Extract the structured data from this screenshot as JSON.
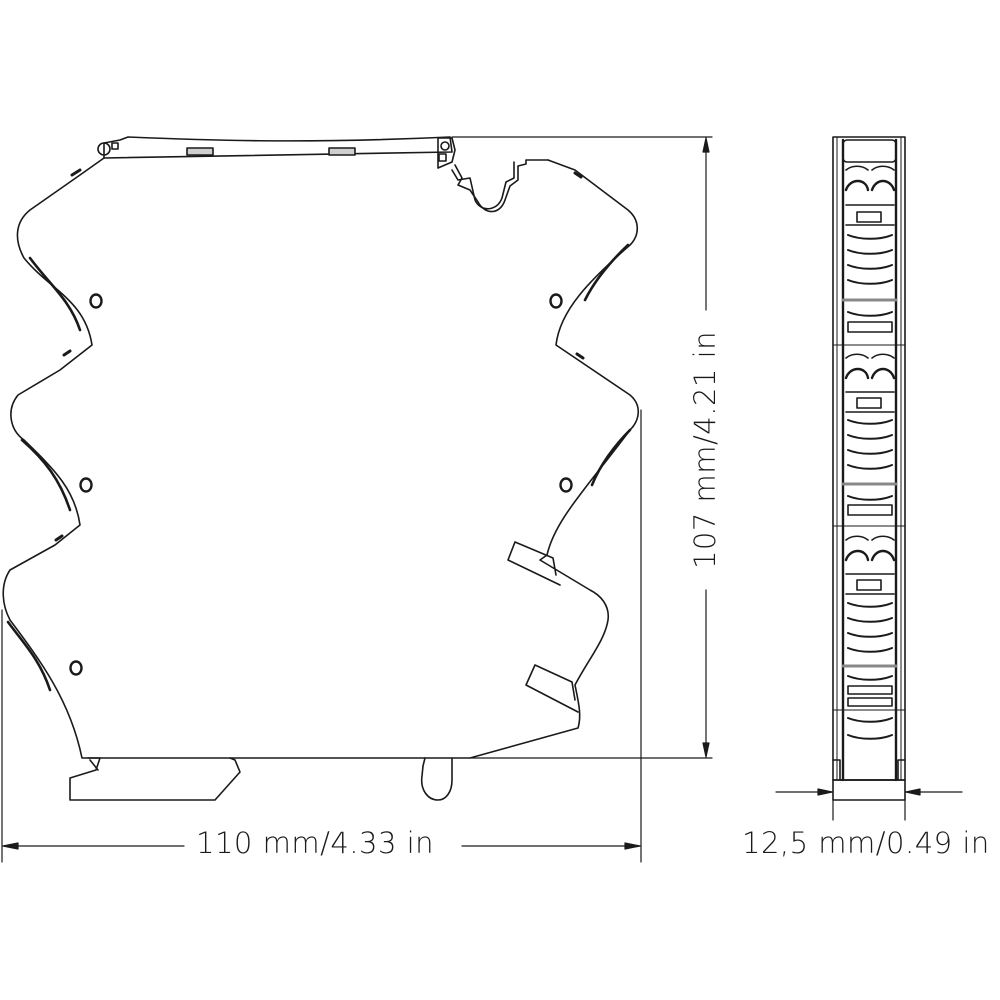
{
  "drawing": {
    "type": "technical dimension drawing",
    "subject": "DIN-rail mounted module housing",
    "views": [
      {
        "name": "side-view",
        "description": "side profile of housing with mounting holes, terminal latches and DIN-rail foot"
      },
      {
        "name": "end-view",
        "description": "narrow front view showing stacked terminal blocks"
      }
    ],
    "line_color": "#1a1a1a",
    "background": "#ffffff"
  },
  "dimensions": {
    "width": {
      "value_mm": "110",
      "value_in": "4.33",
      "label": "110 mm/4.33 in"
    },
    "height": {
      "value_mm": "107",
      "value_in": "4.21",
      "label": "107 mm/4.21 in"
    },
    "depth": {
      "value_mm": "12,5",
      "value_in": "0.49",
      "label": "12,5 mm/0.49 in"
    }
  },
  "features": {
    "mounting_holes": 6,
    "terminal_blocks_end_view": 3
  }
}
